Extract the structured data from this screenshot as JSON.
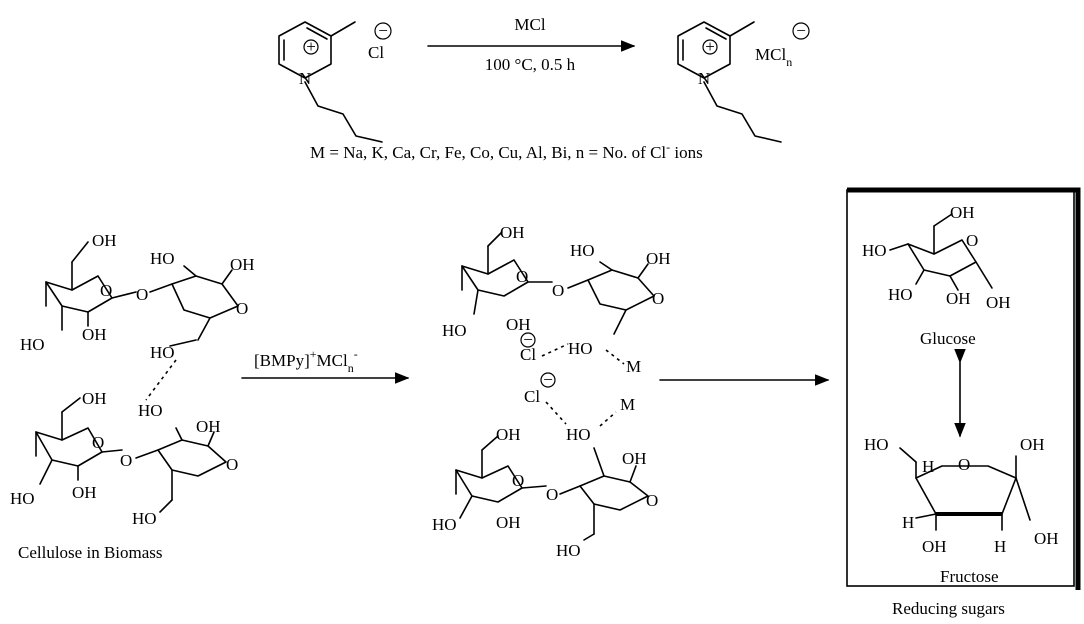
{
  "reaction1": {
    "reagent": "MCl",
    "conditions": "100 °C, 0.5 h",
    "charge_plus": "+",
    "charge_minus": "−",
    "n_label": "N",
    "chloride": "Cl",
    "product_anion": "MCl",
    "product_anion_sub": "n",
    "definition_text": "M = Na, K, Ca, Cr, Fe, Co, Cu, Al, Bi, n = No. of Cl",
    "definition_sup": "-",
    "definition_tail": " ions"
  },
  "reaction2": {
    "reagent_prefix": "[BMPy]",
    "reagent_sup": "+",
    "reagent_mid": "MCl",
    "reagent_sub": "n",
    "reagent_sup2": "-"
  },
  "cellulose": {
    "oh": "OH",
    "ho": "HO",
    "caption": "Cellulose in Biomass"
  },
  "complex": {
    "cl": "Cl",
    "m": "M",
    "oh": "OH",
    "ho": "HO"
  },
  "sugars": {
    "glucose_label": "Glucose",
    "fructose_label": "Fructose",
    "caption": "Reducing sugars",
    "h": "H",
    "oh": "OH",
    "ho": "HO",
    "o": "O"
  }
}
